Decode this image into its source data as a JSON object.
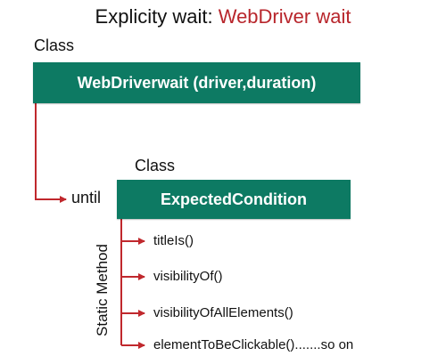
{
  "title": {
    "prefix": "Explicity wait: ",
    "accent": "WebDriver wait"
  },
  "class_label_top": "Class",
  "webdriverwait_box": "WebDriverwait (driver,duration)",
  "until_label": "until",
  "class_label_mid": "Class",
  "expectedcondition_box": "ExpectedCondition",
  "static_method_label": "Static Method",
  "methods": [
    "titleIs()",
    "visibilityOf()",
    "visibilityOfAllElements()",
    "elementToBeClickable().......so on"
  ],
  "colors": {
    "box": "#0d7a63",
    "arrow": "#c0282d",
    "accent": "#b8262c"
  }
}
